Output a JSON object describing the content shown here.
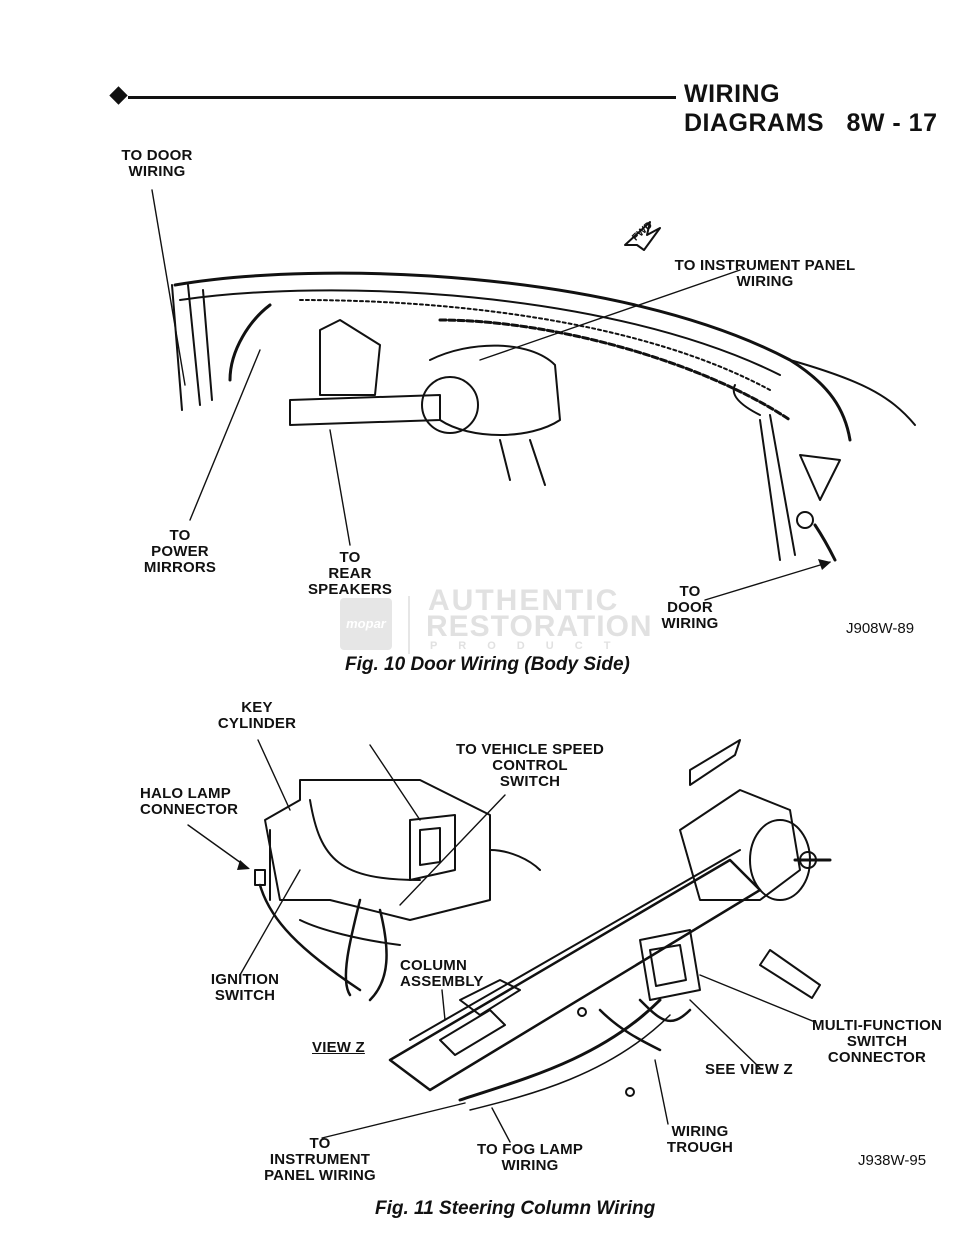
{
  "header": {
    "title": "WIRING DIAGRAMS",
    "page": "8W - 17"
  },
  "fig10": {
    "caption": "Fig. 10 Door Wiring (Body Side)",
    "id": "J908W-89",
    "labels": {
      "door_top": [
        "TO DOOR",
        "WIRING"
      ],
      "instrument_panel": [
        "TO INSTRUMENT PANEL",
        "WIRING"
      ],
      "power_mirrors": [
        "TO",
        "POWER",
        "MIRRORS"
      ],
      "rear_speakers": [
        "TO",
        "REAR",
        "SPEAKERS"
      ],
      "door_bottom": [
        "TO",
        "DOOR",
        "WIRING"
      ],
      "fwd": "FWD"
    }
  },
  "watermark": {
    "brand": "mopar",
    "line1": "AUTHENTIC",
    "line2": "RESTORATION",
    "line3": "P R O D U C T"
  },
  "fig11": {
    "caption": "Fig. 11 Steering Column Wiring",
    "id": "J938W-95",
    "labels": {
      "key_cylinder": [
        "KEY",
        "CYLINDER"
      ],
      "vehicle_speed": [
        "TO VEHICLE SPEED",
        "CONTROL",
        "SWITCH"
      ],
      "halo_lamp": [
        "HALO LAMP",
        "CONNECTOR"
      ],
      "ignition_switch": [
        "IGNITION",
        "SWITCH"
      ],
      "column_assembly": [
        "COLUMN",
        "ASSEMBLY"
      ],
      "view_z": "VIEW Z",
      "multi_function": [
        "MULTI-FUNCTION",
        "SWITCH",
        "CONNECTOR"
      ],
      "see_view_z": "SEE VIEW Z",
      "wiring_trough": [
        "WIRING",
        "TROUGH"
      ],
      "instrument_panel": [
        "TO",
        "INSTRUMENT",
        "PANEL WIRING"
      ],
      "fog_lamp": [
        "TO FOG LAMP",
        "WIRING"
      ]
    }
  }
}
